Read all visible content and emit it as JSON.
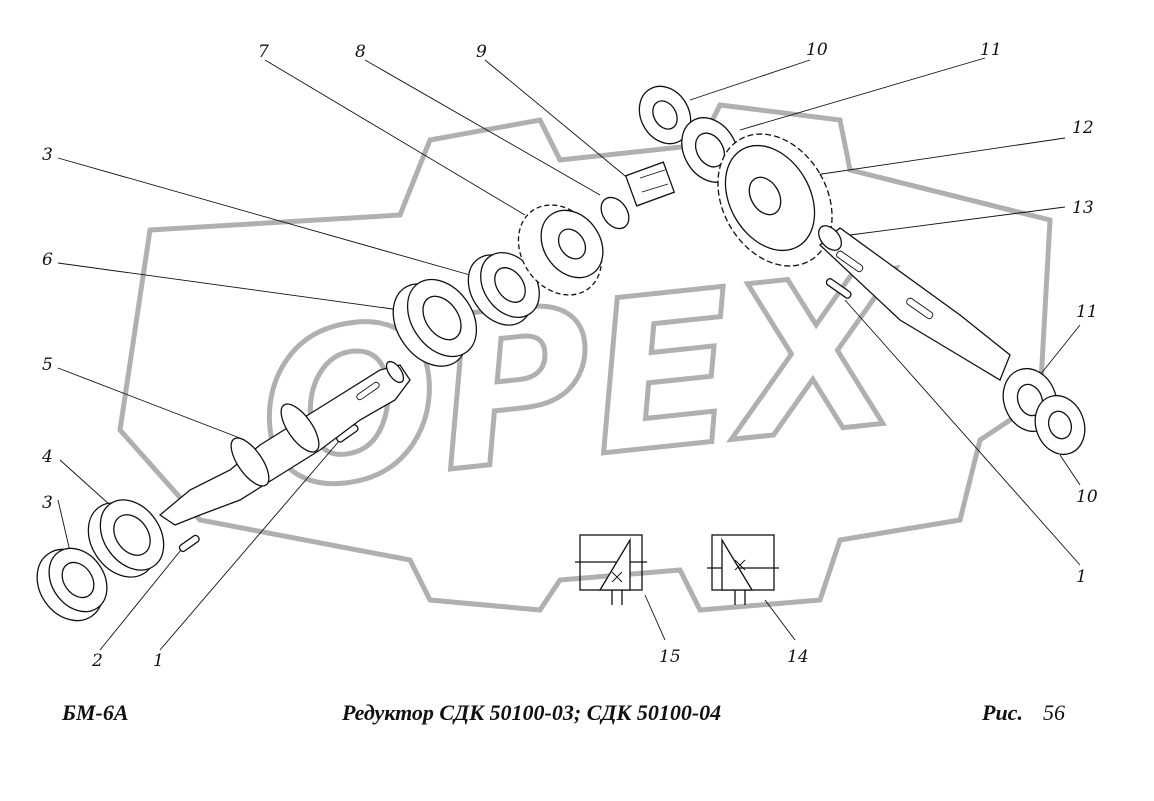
{
  "watermark": {
    "text": "OPEX",
    "color": "#b0b0b0"
  },
  "callouts": [
    "1",
    "2",
    "3",
    "4",
    "5",
    "6",
    "7",
    "8",
    "9",
    "10",
    "11",
    "12",
    "13",
    "14",
    "15"
  ],
  "labels": {
    "l1a": "1",
    "l1b": "1",
    "l2": "2",
    "l3a": "3",
    "l3b": "3",
    "l4": "4",
    "l5": "5",
    "l6": "6",
    "l7": "7",
    "l8": "8",
    "l9": "9",
    "l10a": "10",
    "l10b": "10",
    "l11a": "11",
    "l11b": "11",
    "l12": "12",
    "l13": "13",
    "l14": "14",
    "l15": "15"
  },
  "caption": {
    "model": "БМ-6А",
    "title": "Редуктор  СДК 50100-03; СДК 50100-04",
    "fig_label": "Рис.",
    "fig_number": "56"
  }
}
